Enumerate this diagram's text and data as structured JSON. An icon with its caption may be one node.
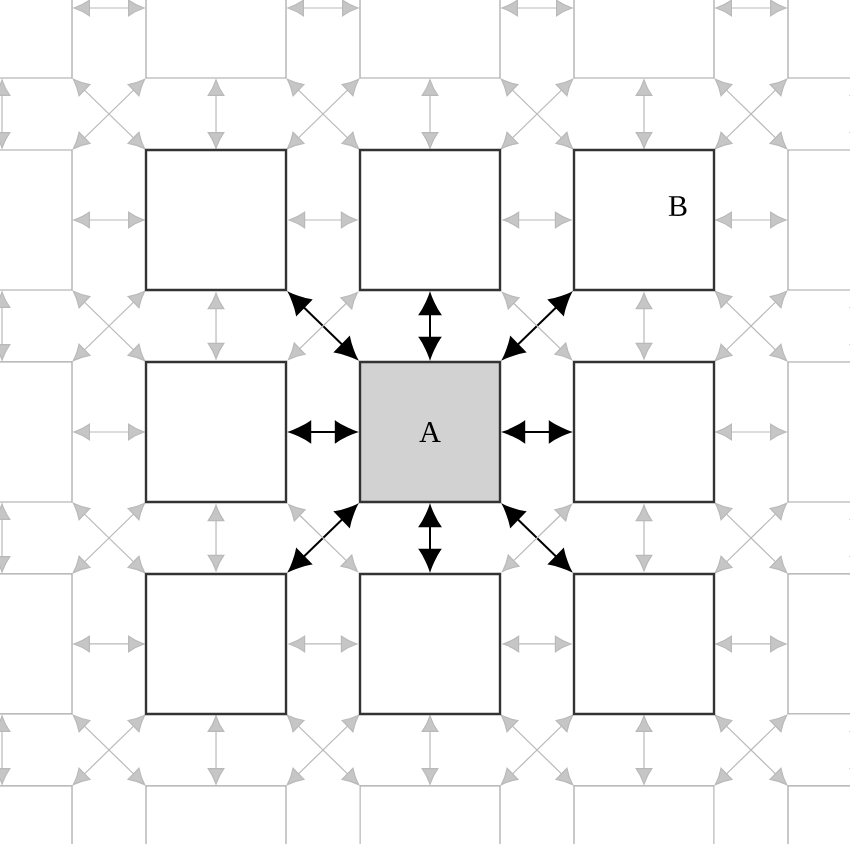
{
  "diagram": {
    "nodes": [
      {
        "text": [],
        "shape": "box"
      },
      {
        "text": [],
        "shape": "box"
      },
      {
        "text": [
          "B"
        ]
      },
      {
        "text": [],
        "shape": "box"
      },
      {
        "text": [
          "A"
        ]
      },
      {
        "text": [],
        "shape": "box"
      },
      {
        "text": [],
        "shape": "box"
      },
      {
        "text": [],
        "shape": "box"
      },
      {
        "text": [],
        "shape": "box"
      }
    ],
    "edges": [
      {
        "from": 4,
        "to": 0,
        "arrow": "both",
        "color": "#000000"
      },
      {
        "from": 4,
        "to": 1,
        "arrow": "both",
        "color": "#000000"
      },
      {
        "from": 4,
        "to": 2,
        "arrow": "both",
        "color": "#000000"
      },
      {
        "from": 4,
        "to": 3,
        "arrow": "both",
        "color": "#000000"
      },
      {
        "from": 4,
        "to": 5,
        "arrow": "both",
        "color": "#000000"
      },
      {
        "from": 4,
        "to": 6,
        "arrow": "both",
        "color": "#000000"
      },
      {
        "from": 4,
        "to": 7,
        "arrow": "both",
        "color": "#000000"
      },
      {
        "from": 4,
        "to": 8,
        "arrow": "both",
        "color": "#000000"
      },
      {
        "from": 0,
        "to": 1,
        "arrow": "both"
      },
      {
        "from": 1,
        "to": 2,
        "arrow": "both"
      },
      {
        "from": 0,
        "to": 3,
        "arrow": "both"
      },
      {
        "from": 1,
        "to": 3,
        "arrow": "both"
      },
      {
        "from": 1,
        "to": 5,
        "arrow": "both"
      },
      {
        "from": 2,
        "to": 5,
        "arrow": "both"
      },
      {
        "from": 3,
        "to": 6,
        "arrow": "both"
      },
      {
        "from": 3,
        "to": 7,
        "arrow": "both"
      },
      {
        "from": 5,
        "to": 7,
        "arrow": "both"
      },
      {
        "from": 5,
        "to": 8,
        "arrow": "both"
      },
      {
        "from": 6,
        "to": 7,
        "arrow": "both"
      },
      {
        "from": 7,
        "to": 8,
        "arrow": "both"
      }
    ]
  }
}
